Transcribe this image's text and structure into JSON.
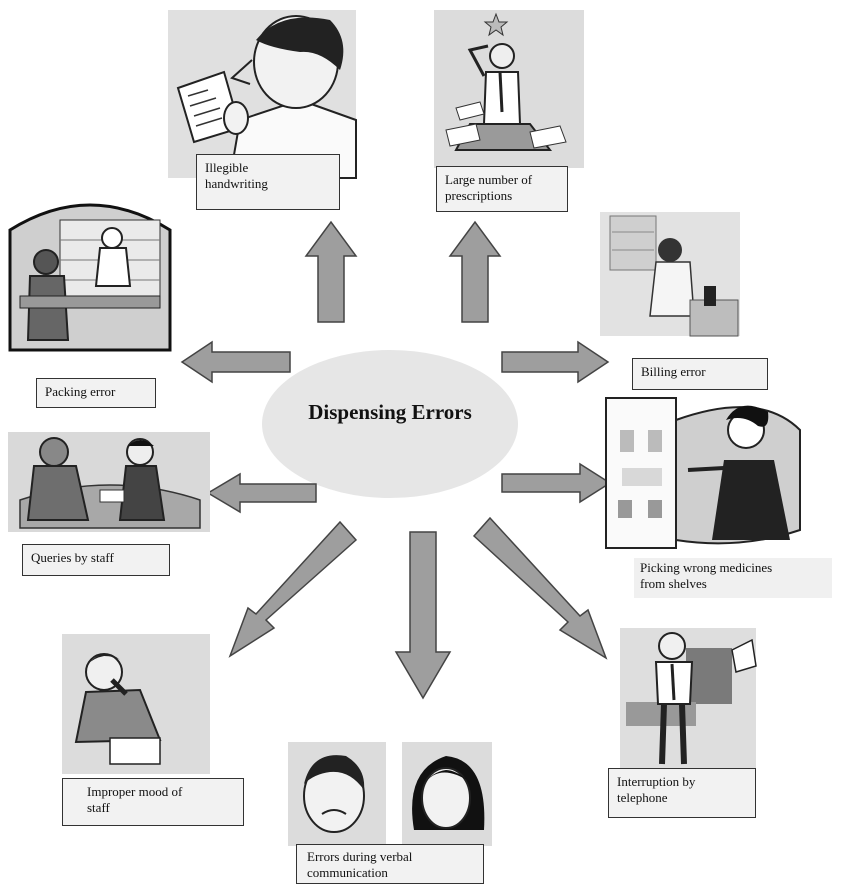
{
  "center": {
    "title": "Dispensing Errors"
  },
  "causes": {
    "illegible_handwriting": "Illegible\nhandwriting",
    "large_number_prescriptions": "Large number of\nprescriptions",
    "billing_error": "Billing error",
    "packing_error": "Packing error",
    "picking_wrong_medicines": "Picking wrong medicines\nfrom shelves",
    "queries_by_staff": "Queries by staff",
    "improper_mood": "Improper mood of\nstaff",
    "verbal_communication": "Errors during verbal\ncommunication",
    "interruption_telephone": "Interruption by\ntelephone"
  },
  "colors": {
    "arrow_fill": "#9e9e9e",
    "arrow_stroke": "#444444",
    "ellipse_fill": "#e6e6e6"
  }
}
